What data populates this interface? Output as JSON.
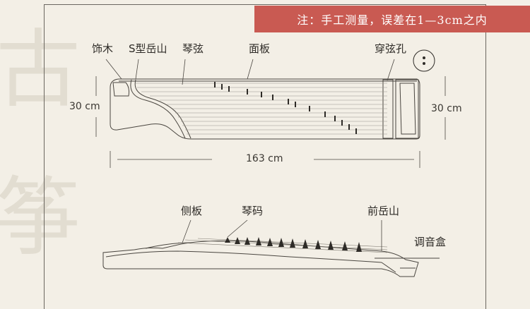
{
  "note": "注：手工测量，误差在1—3cm之内",
  "background_glyphs": [
    "古",
    "筝"
  ],
  "top_view": {
    "labels": {
      "decor_wood": "饰木",
      "s_bridge": "S型岳山",
      "strings": "琴弦",
      "soundboard": "面板",
      "string_holes": "穿弦孔"
    },
    "dimensions": {
      "left_height": "30 cm",
      "right_height": "30 cm",
      "length": "163 cm"
    }
  },
  "side_view": {
    "labels": {
      "side_panel": "侧板",
      "bridges": "琴码",
      "front_bridge": "前岳山",
      "tuning_box": "调音盒"
    }
  },
  "colors": {
    "background": "#f3efe6",
    "banner": "#c95a52",
    "line": "#4a4640",
    "frame": "#6a665f"
  }
}
